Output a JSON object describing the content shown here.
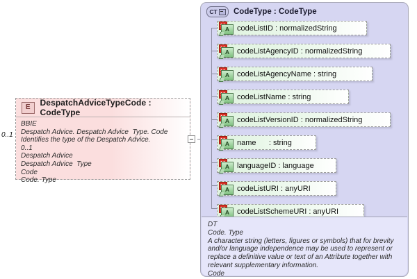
{
  "left_element": {
    "icon": "element-icon",
    "icon_letter": "E",
    "title": "DespatchAdviceTypeCode : CodeType",
    "cardinality": "0..1",
    "documentation": [
      "BBIE",
      "Despatch Advice. Despatch Advice  Type. Code",
      "Identifies the type of the Despatch Advice.",
      "0..1",
      "Despatch Advice",
      "Despatch Advice  Type",
      "Code",
      "Code. Type"
    ]
  },
  "connector": {
    "icon": "collapse-minus-icon",
    "symbol": "-"
  },
  "complex_type": {
    "icon": "complextype-icon",
    "icon_letter": "CT",
    "title": "CodeType : CodeType",
    "attributes": [
      {
        "icon": "attribute-prohibited-icon",
        "icon_letter": "A",
        "label": "codeListID : normalizedString"
      },
      {
        "icon": "attribute-prohibited-icon",
        "icon_letter": "A",
        "label": "codeListAgencyID : normalizedString"
      },
      {
        "icon": "attribute-prohibited-icon",
        "icon_letter": "A",
        "label": "codeListAgencyName : string"
      },
      {
        "icon": "attribute-prohibited-icon",
        "icon_letter": "A",
        "label": "codeListName : string"
      },
      {
        "icon": "attribute-prohibited-icon",
        "icon_letter": "A",
        "label": "codeListVersionID : normalizedString"
      },
      {
        "icon": "attribute-prohibited-icon",
        "icon_letter": "A",
        "label": "name      : string"
      },
      {
        "icon": "attribute-prohibited-icon",
        "icon_letter": "A",
        "label": "languageID : language"
      },
      {
        "icon": "attribute-prohibited-icon",
        "icon_letter": "A",
        "label": "codeListURI : anyURI"
      },
      {
        "icon": "attribute-prohibited-icon",
        "icon_letter": "A",
        "label": "codeListSchemeURI : anyURI"
      }
    ],
    "documentation": [
      "DT",
      "Code. Type",
      "A character string (letters, figures or symbols) that for brevity and/or language independence may be used to represent or replace a definitive value or text of an Attribute together with relevant supplementary information.",
      "Code"
    ]
  },
  "colors": {
    "element_fill": "#fbdede",
    "complextype_fill": "#d6d6f2",
    "attribute_fill": "#dff3df",
    "documentation_fill": "#e6e6fa",
    "prohibited_badge": "#d93025"
  }
}
